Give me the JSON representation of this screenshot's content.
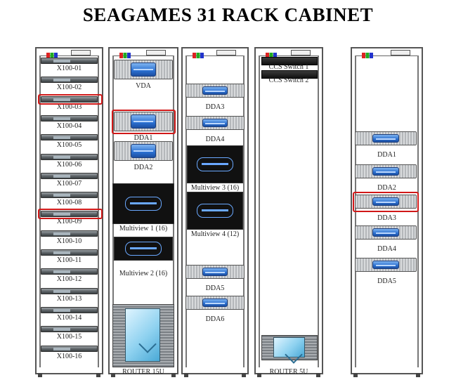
{
  "title": "SEAGAMES 31 RACK CABINET",
  "colors": {
    "highlight": "#d01818",
    "rack_frame": "#555555",
    "panel_blue": "#2a6fd0"
  },
  "racks": [
    {
      "id": "rack1",
      "units": [
        "X100-01",
        "X100-02",
        "X100-03",
        "X100-04",
        "X100-05",
        "X100-06",
        "X100-07",
        "X100-08",
        "X100-09",
        "X100-10",
        "X100-11",
        "X100-12",
        "X100-13",
        "X100-14",
        "X100-15",
        "X100-16"
      ],
      "highlighted": [
        "X100-03",
        "X100-09"
      ]
    },
    {
      "id": "rack2",
      "devices": [
        "VDA",
        "DDA1",
        "DDA2",
        "Multiview 1 (16)",
        "Multiview 2 (16)",
        "ROUTER 15U"
      ],
      "highlighted": [
        "DDA1"
      ]
    },
    {
      "id": "rack3",
      "devices": [
        "DDA3",
        "DDA4",
        "Multiview 3 (16)",
        "Multiview 4 (12)",
        "DDA5",
        "DDA6"
      ]
    },
    {
      "id": "rack4",
      "devices": [
        "CCS Switch 1",
        "CCS Switch 2",
        "ROUTER 5U"
      ]
    },
    {
      "id": "rack5",
      "devices": [
        "DDA1",
        "DDA2",
        "DDA3",
        "DDA4",
        "DDA5"
      ],
      "highlighted": [
        "DDA3"
      ]
    }
  ]
}
